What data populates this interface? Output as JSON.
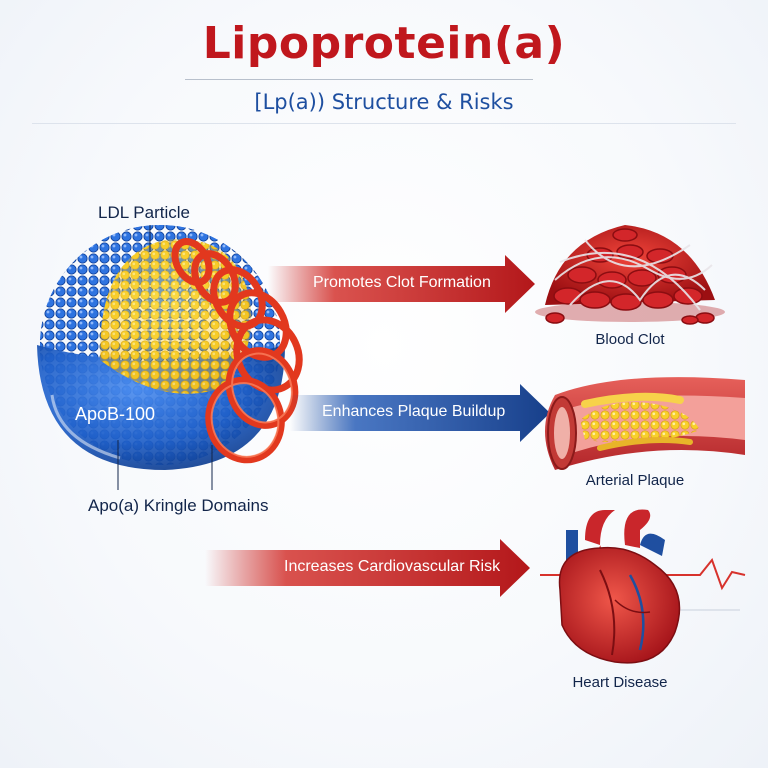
{
  "header": {
    "title": "Lipoprotein(a)",
    "subtitle": "[Lp(a)) Structure & Risks"
  },
  "particle": {
    "ldl_label": "LDL Particle",
    "apob_label": "ApoB-100",
    "kringle_label": "Apo(a) Kringle Domains"
  },
  "effects": [
    {
      "arrow_label": "Promotes Clot Formation",
      "outcome_label": "Blood Clot",
      "arrow_color": "#c8201f"
    },
    {
      "arrow_label": "Enhances Plaque Buildup",
      "outcome_label": "Arterial Plaque",
      "arrow_color": "#1d4d9e"
    },
    {
      "arrow_label": "Increases Cardiovascular Risk",
      "outcome_label": "Heart Disease",
      "arrow_color": "#c8201f"
    }
  ],
  "colors": {
    "title": "#c0171d",
    "subtitle": "#1e4fa0",
    "apob_blue": "#1f5fc8",
    "lipid_core": "#f5c521",
    "kringle_red": "#e2381e"
  }
}
